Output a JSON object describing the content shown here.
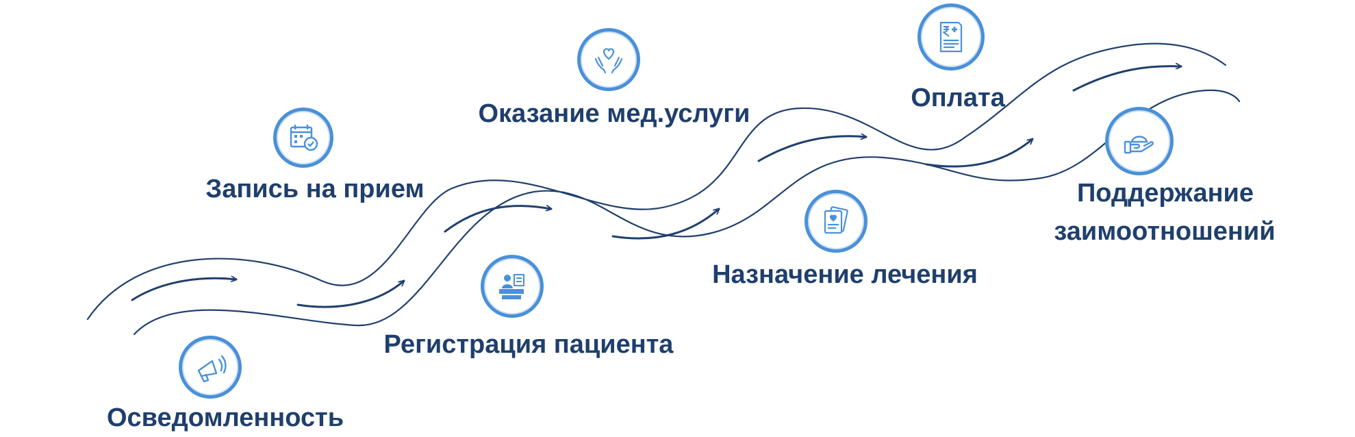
{
  "colors": {
    "path": "#1f3f6d",
    "badge": "#4a90d9",
    "icon": "#4a90d9",
    "label": "#1f3f6d"
  },
  "stages": [
    {
      "id": "awareness",
      "label": "Осведомленность",
      "icon": "megaphone-icon"
    },
    {
      "id": "booking",
      "label": "Запись на прием",
      "icon": "calendar-icon"
    },
    {
      "id": "registration",
      "label": "Регистрация пациента",
      "icon": "reception-desk-icon"
    },
    {
      "id": "service",
      "label": "Оказание мед.услуги",
      "icon": "caring-hands-heart-icon"
    },
    {
      "id": "treatment",
      "label": "Назначение лечения",
      "icon": "prescription-documents-icon"
    },
    {
      "id": "payment",
      "label": "Оплата",
      "icon": "invoice-icon"
    },
    {
      "id": "retention",
      "label": "Поддержание",
      "label2": "заимоотношений",
      "icon": "hand-support-icon"
    }
  ]
}
